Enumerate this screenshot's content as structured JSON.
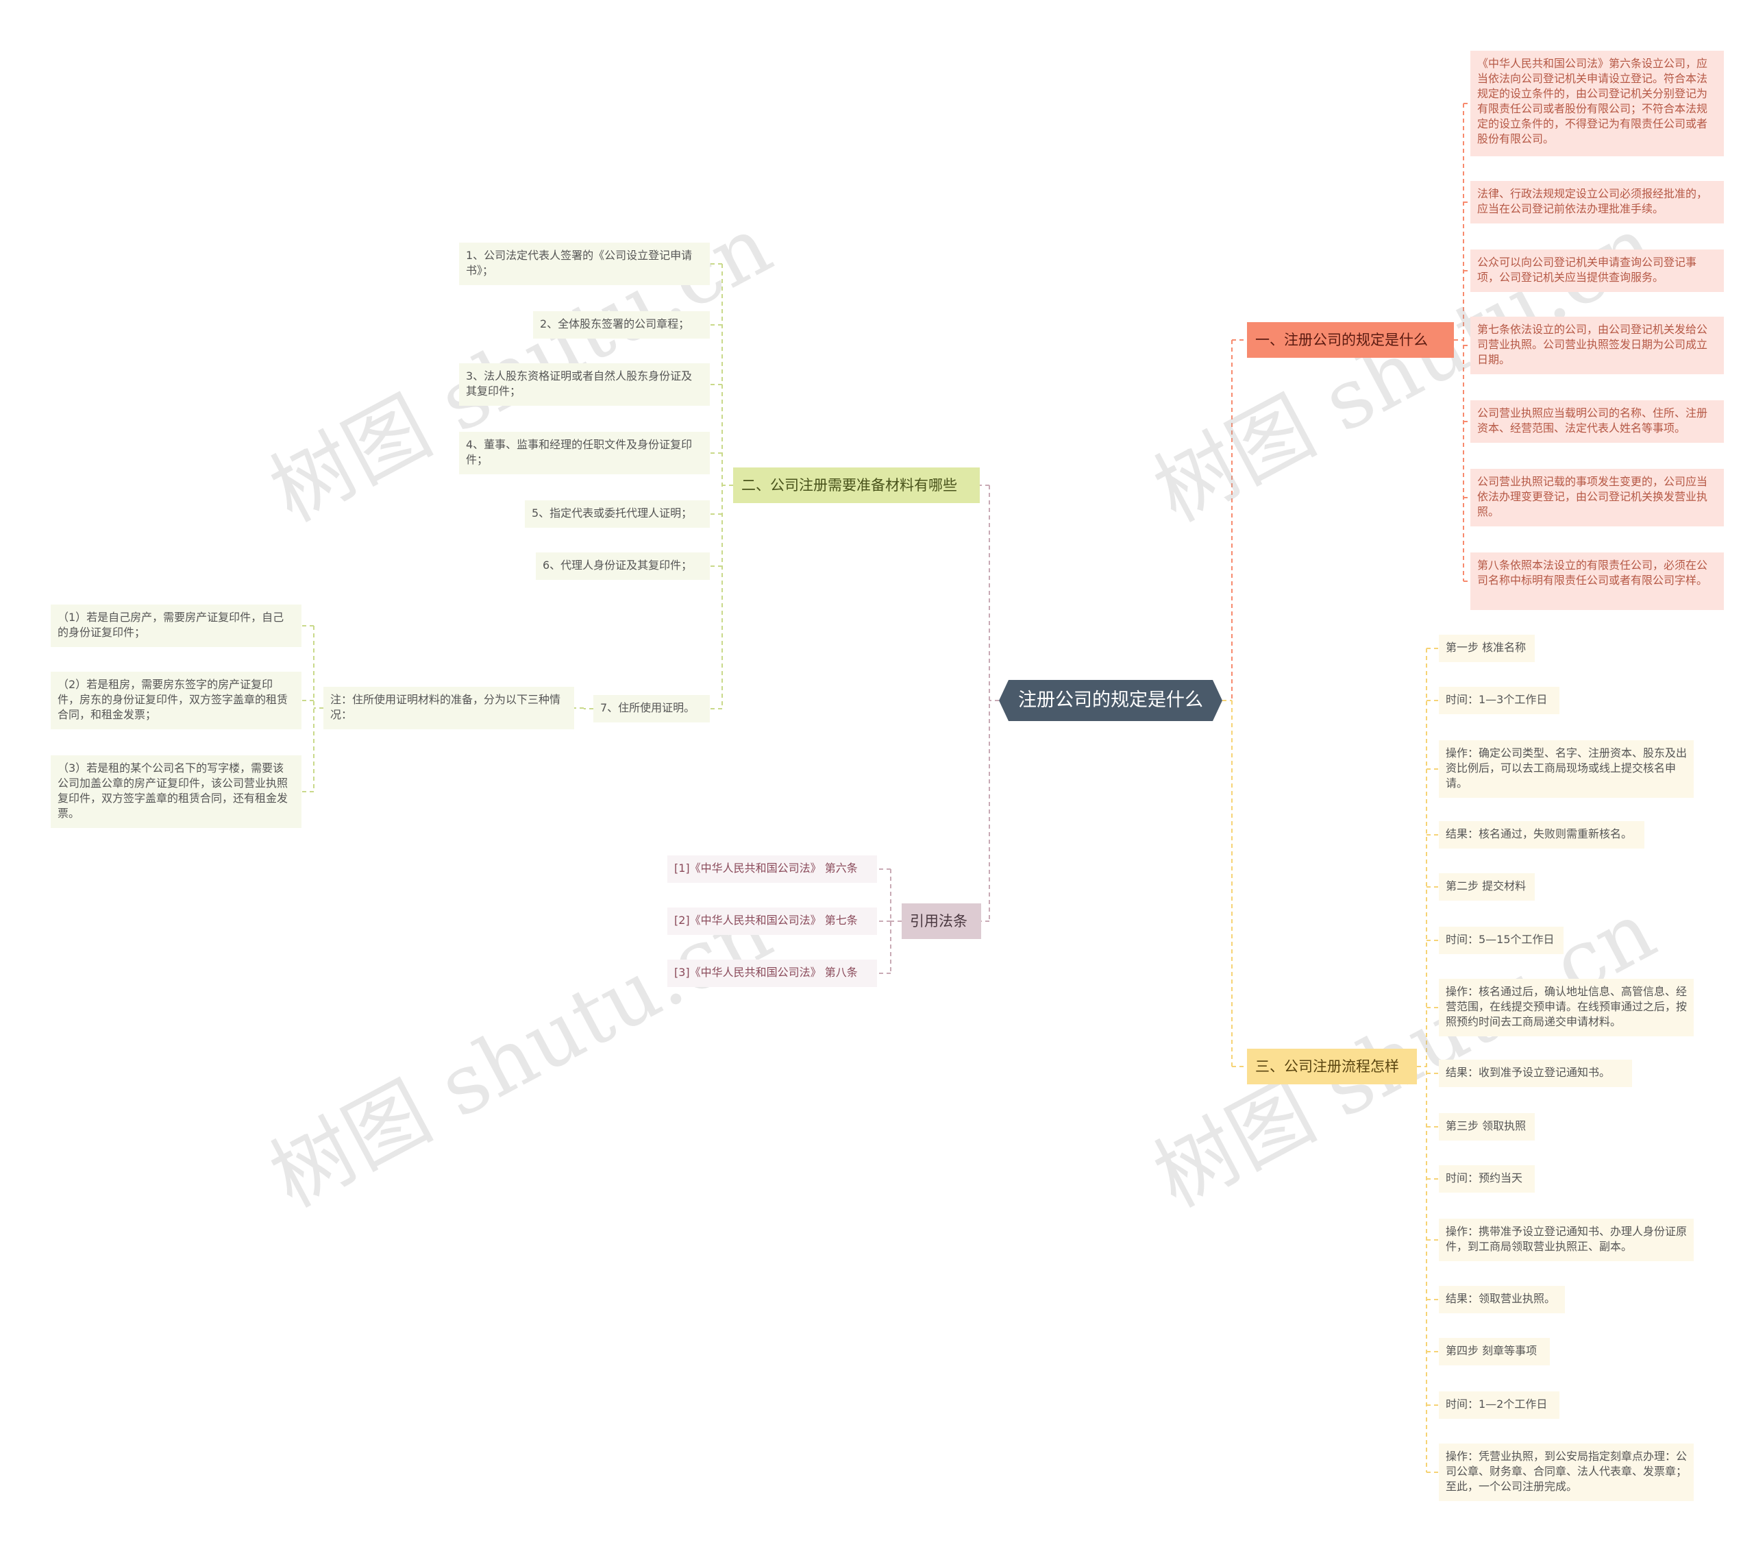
{
  "root": "注册公司的规定是什么",
  "branches": {
    "regulations": {
      "title": "一、注册公司的规定是什么",
      "items": [
        "《中华人民共和国公司法》第六条设立公司，应当依法向公司登记机关申请设立登记。符合本法规定的设立条件的，由公司登记机关分别登记为有限责任公司或者股份有限公司；不符合本法规定的设立条件的，不得登记为有限责任公司或者股份有限公司。",
        "法律、行政法规规定设立公司必须报经批准的，应当在公司登记前依法办理批准手续。",
        "公众可以向公司登记机关申请查询公司登记事项，公司登记机关应当提供查询服务。",
        "第七条依法设立的公司，由公司登记机关发给公司营业执照。公司营业执照签发日期为公司成立日期。",
        "公司营业执照应当载明公司的名称、住所、注册资本、经营范围、法定代表人姓名等事项。",
        "公司营业执照记载的事项发生变更的，公司应当依法办理变更登记，由公司登记机关换发营业执照。",
        "第八条依照本法设立的有限责任公司，必须在公司名称中标明有限责任公司或者有限公司字样。"
      ]
    },
    "materials": {
      "title": "二、公司注册需要准备材料有哪些",
      "items": [
        "1、公司法定代表人签署的《公司设立登记申请书》；",
        "2、全体股东签署的公司章程；",
        "3、法人股东资格证明或者自然人股东身份证及其复印件；",
        "4、董事、监事和经理的任职文件及身份证复印件；",
        "5、指定代表或委托代理人证明；",
        "6、代理人身份证及其复印件；",
        "7、住所使用证明。"
      ],
      "note": "注：住所使用证明材料的准备，分为以下三种情况：",
      "cases": [
        "（1）若是自己房产，需要房产证复印件，自己的身份证复印件；",
        "（2）若是租房，需要房东签字的房产证复印件，房东的身份证复印件，双方签字盖章的租赁合同，和租金发票；",
        "（3）若是租的某个公司名下的写字楼，需要该公司加盖公章的房产证复印件，该公司营业执照复印件，双方签字盖章的租赁合同，还有租金发票。"
      ]
    },
    "process": {
      "title": "三、公司注册流程怎样",
      "items": [
        "第一步 核准名称",
        "时间：1—3个工作日",
        "操作：确定公司类型、名字、注册资本、股东及出资比例后，可以去工商局现场或线上提交核名申请。",
        "结果：核名通过，失败则需重新核名。",
        "第二步 提交材料",
        "时间：5—15个工作日",
        "操作：核名通过后，确认地址信息、高管信息、经营范围，在线提交预申请。在线预审通过之后，按照预约时间去工商局递交申请材料。",
        "结果：收到准予设立登记通知书。",
        "第三步 领取执照",
        "时间：预约当天",
        "操作：携带准予设立登记通知书、办理人身份证原件，到工商局领取营业执照正、副本。",
        "结果：领取营业执照。",
        "第四步 刻章等事项",
        "时间：1—2个工作日",
        "操作：凭营业执照，到公安局指定刻章点办理：公司公章、财务章、合同章、法人代表章、发票章；至此，一个公司注册完成。"
      ]
    },
    "citations": {
      "title": "引用法条",
      "items": [
        "[1]《中华人民共和国公司法》 第六条",
        "[2]《中华人民共和国公司法》 第七条",
        "[3]《中华人民共和国公司法》 第八条"
      ]
    }
  },
  "watermark": "树图 shutu.cn",
  "colors": {
    "root_bg": "#4a5a6a",
    "regulations": "#f78a6e",
    "materials": "#c9d98a",
    "process": "#f6d375",
    "citations": "#c9aab5"
  }
}
